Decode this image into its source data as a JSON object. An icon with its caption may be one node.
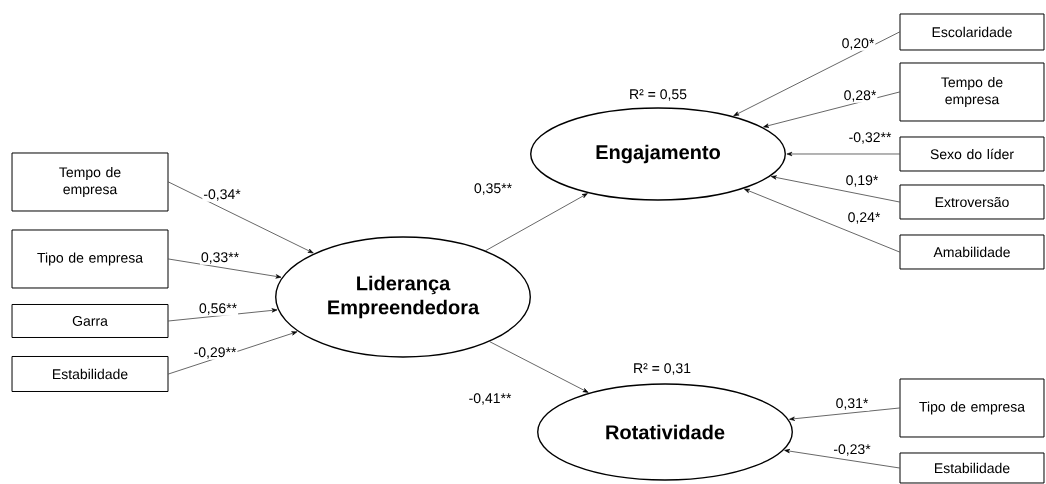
{
  "diagram": {
    "nodes": [
      {
        "text": [
          "Tempo de empresa"
        ]
      },
      {
        "text": [
          "Tipo de empresa"
        ]
      },
      {
        "text": [
          "Garra"
        ]
      },
      {
        "text": [
          "Estabilidade"
        ]
      },
      {
        "text": [
          "Liderança Empreendedora"
        ]
      },
      {
        "text": [
          "Engajamento"
        ],
        "beside": [
          "R² = 0,55"
        ]
      },
      {
        "text": [
          "Rotatividade"
        ],
        "beside": [
          "R² = 0,31"
        ]
      },
      {
        "text": [
          "Escolaridade"
        ]
      },
      {
        "text": [
          "Tempo de empresa"
        ]
      },
      {
        "text": [
          "Sexo do líder"
        ]
      },
      {
        "text": [
          "Extroversão"
        ]
      },
      {
        "text": [
          "Amabilidade"
        ]
      },
      {
        "text": [
          "Tipo de empresa"
        ]
      },
      {
        "text": [
          "Estabilidade"
        ]
      }
    ],
    "edges": [
      {
        "from": 0,
        "to": 4,
        "arrow": "to",
        "label": "-0,34*"
      },
      {
        "from": 1,
        "to": 4,
        "arrow": "to",
        "label": "0,33**"
      },
      {
        "from": 2,
        "to": 4,
        "arrow": "to",
        "label": "0,56**"
      },
      {
        "from": 3,
        "to": 4,
        "arrow": "to",
        "label": "-0,29**"
      },
      {
        "from": 4,
        "to": 5,
        "arrow": "to",
        "label": "0,35**"
      },
      {
        "from": 4,
        "to": 6,
        "arrow": "to",
        "label": "-0,41**"
      },
      {
        "from": 7,
        "to": 5,
        "arrow": "to",
        "label": "0,20*"
      },
      {
        "from": 8,
        "to": 5,
        "arrow": "to",
        "label": "0,28*"
      },
      {
        "from": 9,
        "to": 5,
        "arrow": "to",
        "label": "-0,32**"
      },
      {
        "from": 10,
        "to": 5,
        "arrow": "to",
        "label": "0,19*"
      },
      {
        "from": 11,
        "to": 5,
        "arrow": "to",
        "label": "0,24*"
      },
      {
        "from": 12,
        "to": 6,
        "arrow": "to",
        "label": "0,31*"
      },
      {
        "from": 13,
        "to": 6,
        "arrow": "to",
        "label": "-0,23*"
      }
    ]
  }
}
